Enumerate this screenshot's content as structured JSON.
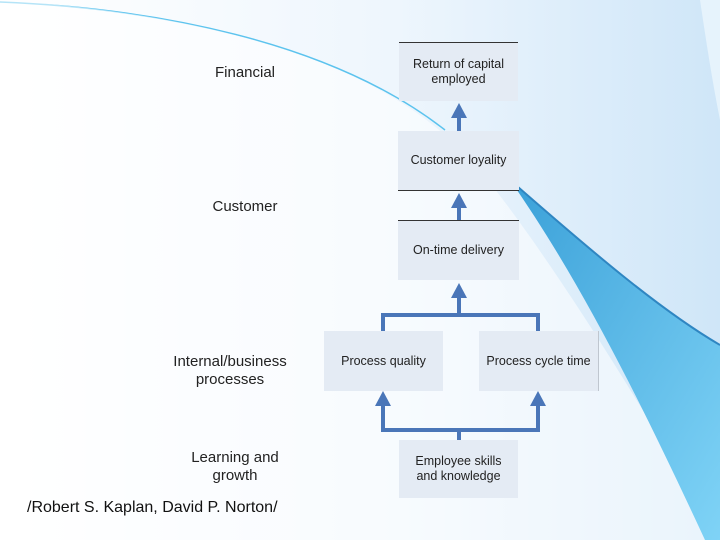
{
  "perspectives": {
    "financial": "Financial",
    "customer": "Customer",
    "internal": "Internal/business\nprocesses",
    "learning": "Learning and\ngrowth"
  },
  "boxes": {
    "return_capital": "Return of capital\nemployed",
    "customer_loyalty": "Customer loyality",
    "ontime_delivery": "On-time delivery",
    "process_quality": "Process quality",
    "process_cycle": "Process cycle time",
    "employee_skills": "Employee skills\nand knowledge"
  },
  "citation": "/Robert S. Kaplan, David P. Norton/",
  "colors": {
    "arrow": "#4a76b8",
    "box_fill": "#e4ebf4",
    "curve_accent": "#5bc8f2"
  }
}
